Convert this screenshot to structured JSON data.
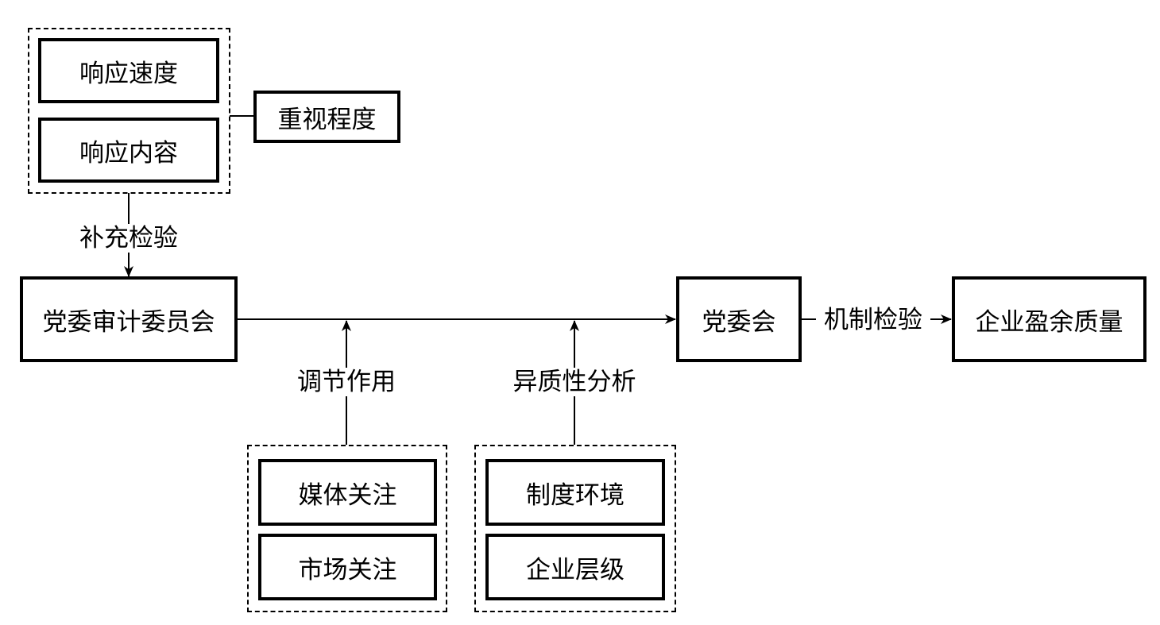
{
  "diagram": {
    "group_response": {
      "items": [
        "响应速度",
        "响应内容"
      ],
      "side_label": "重视程度"
    },
    "supplement_label": "补充检验",
    "main_flow": {
      "source": "党委审计委员会",
      "middle": "党委会",
      "mechanism_label": "机制检验",
      "target": "企业盈余质量"
    },
    "moderation": {
      "label": "调节作用",
      "items": [
        "媒体关注",
        "市场关注"
      ]
    },
    "heterogeneity": {
      "label": "异质性分析",
      "items": [
        "制度环境",
        "企业层级"
      ]
    }
  }
}
